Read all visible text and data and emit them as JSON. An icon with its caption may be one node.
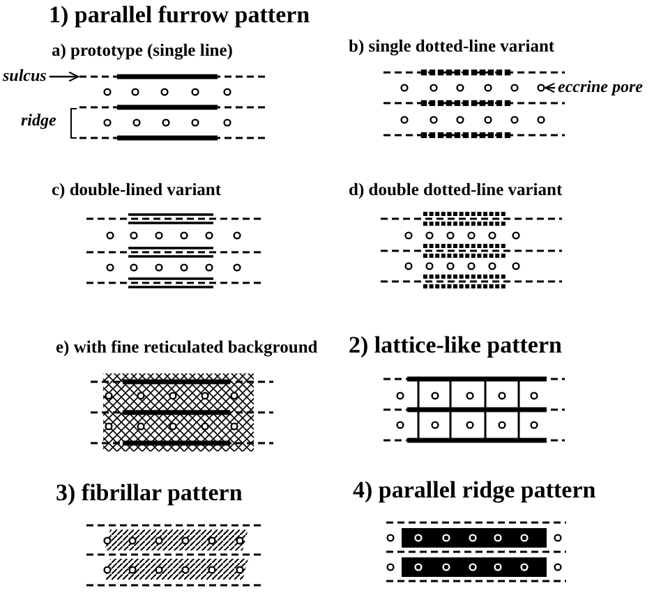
{
  "diagram": {
    "nodes": [
      {
        "text": [
          "sulcus"
        ]
      },
      {
        "text": [],
        "shape": "line"
      },
      {
        "text": [
          "eccrine pore"
        ]
      },
      {
        "text": [],
        "shape": "circle"
      }
    ],
    "edges": [
      {
        "from": 0,
        "to": 1,
        "arrow": "to"
      },
      {
        "from": 2,
        "to": 3,
        "arrow": "to"
      }
    ],
    "labels": [
      "1) parallel furrow pattern",
      "a) prototype (single line)",
      "b) single dotted-line variant",
      "ridge",
      "c) double-lined variant",
      "d) double dotted-line variant",
      "e) with fine reticulated background",
      "2) lattice-like pattern",
      "3) fibrillar pattern",
      "4) parallel ridge pattern"
    ]
  }
}
